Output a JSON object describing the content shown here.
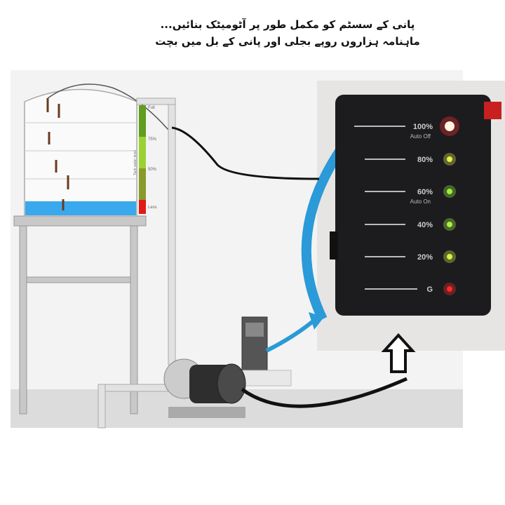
{
  "headline": {
    "line1": "پانی کے سسٹم کو مکمل طور پر آٹومیٹک بنائیں...",
    "line2": "ماہنامہ ہزاروں روپے  بجلی اور پانی کے بل میں بچت"
  },
  "tank_gauge": {
    "title": "Tank water level",
    "levels": [
      "Full",
      "75%",
      "50%",
      "Less"
    ],
    "colors": [
      "#5f9e1e",
      "#9ad234",
      "#8a9a2a",
      "#e01a1a"
    ]
  },
  "controller": {
    "levels": [
      {
        "label": "100%",
        "sub": "Auto Off",
        "led": "#ff3030"
      },
      {
        "label": "80%",
        "sub": "",
        "led": "#e8f050"
      },
      {
        "label": "60%",
        "sub": "Auto On",
        "led": "#9cf040"
      },
      {
        "label": "40%",
        "sub": "",
        "led": "#a8f048"
      },
      {
        "label": "20%",
        "sub": "",
        "led": "#d8f048"
      },
      {
        "label": "G",
        "sub": "",
        "led": "#ff2a2a"
      }
    ]
  },
  "colors": {
    "water": "#3aa8ec",
    "arrow": "#2a9ad8",
    "device": "#1c1c1e"
  }
}
